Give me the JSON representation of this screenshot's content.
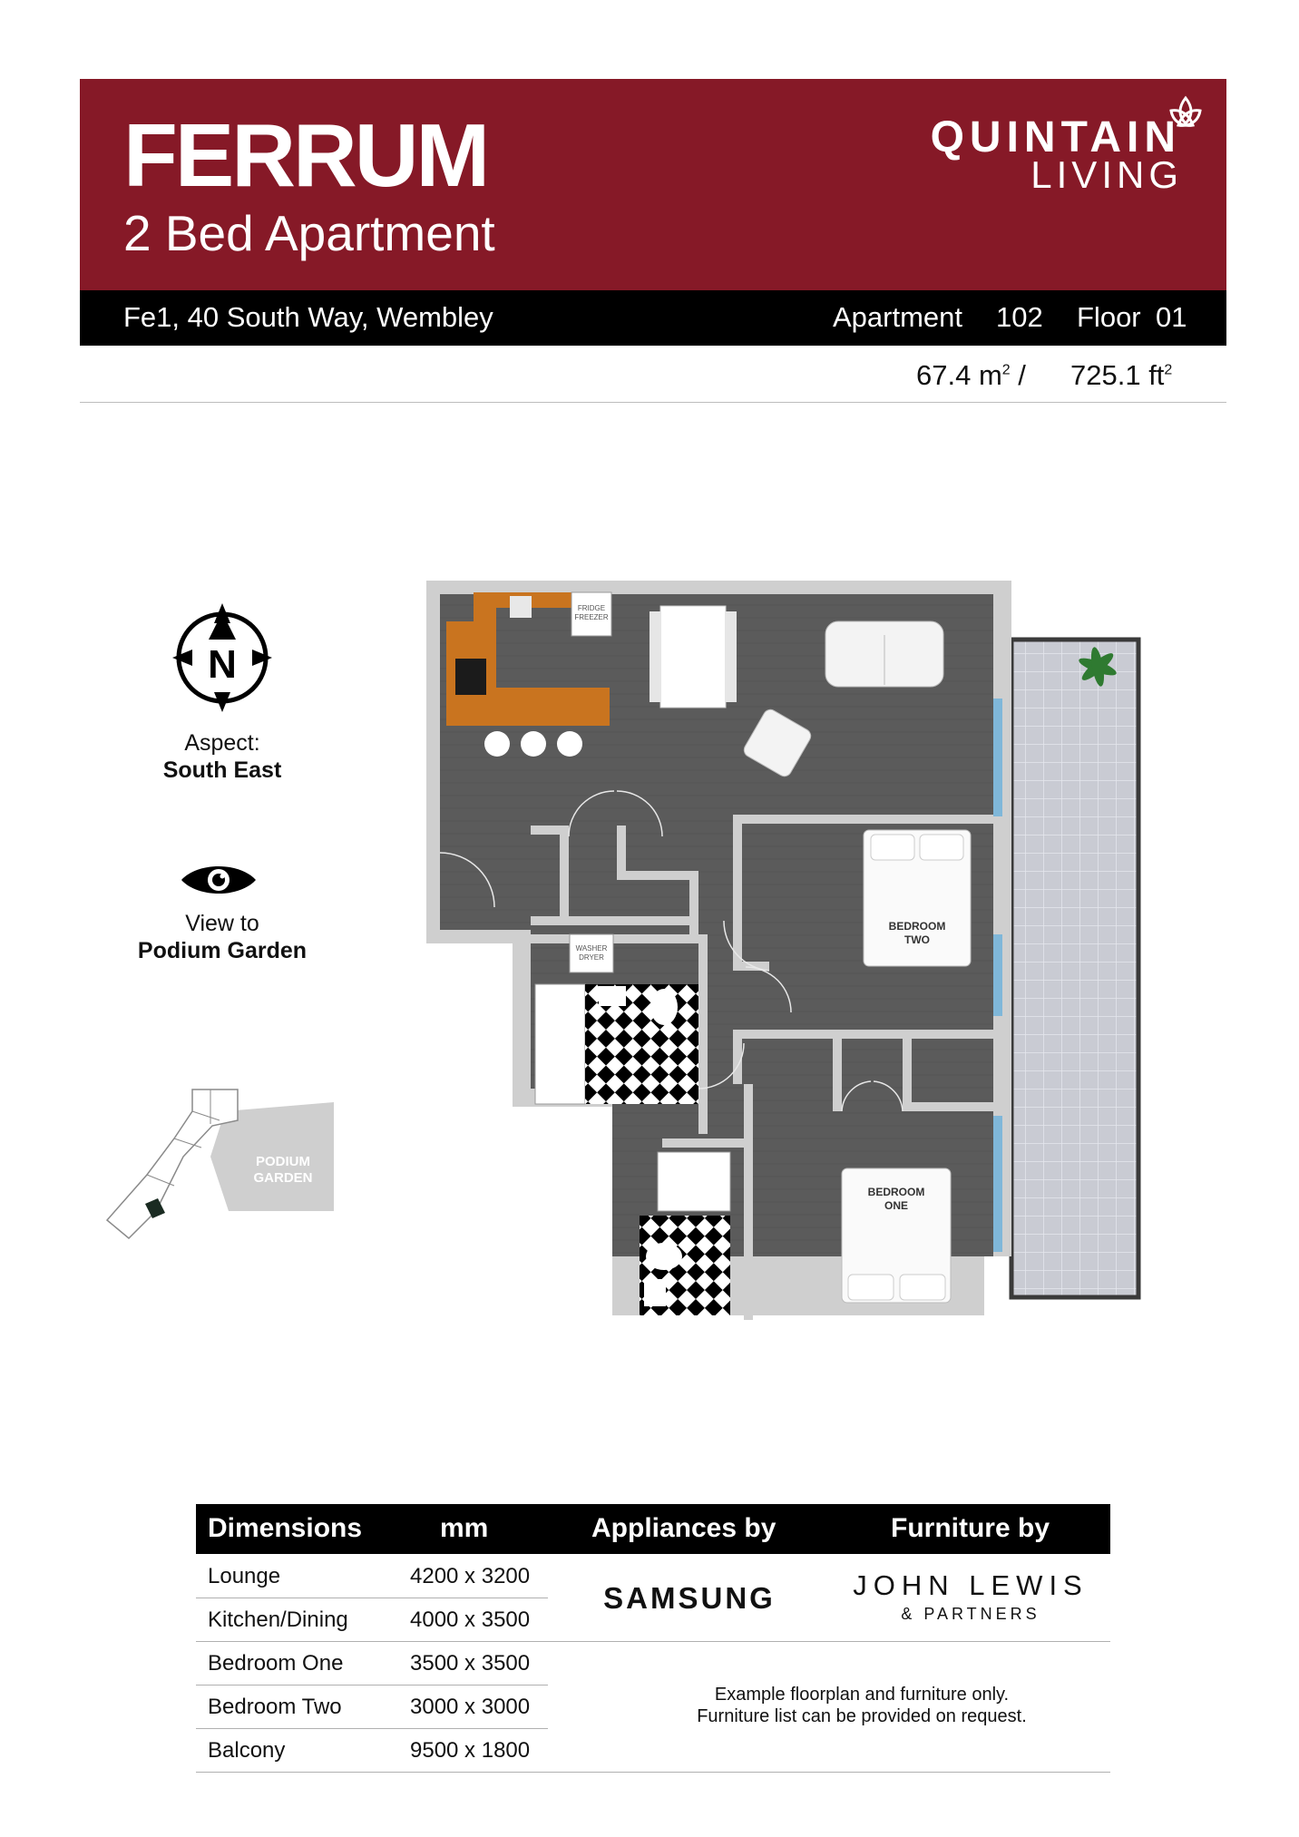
{
  "header": {
    "brand": "FERRUM",
    "subtitle": "2 Bed Apartment",
    "logo_line1": "QUINTAIN",
    "logo_line2": "LIVING",
    "address": "Fe1, 40 South Way, Wembley",
    "apartment_label": "Apartment",
    "apartment_number": "102",
    "floor_label": "Floor",
    "floor_number": "01",
    "area_m2": "67.4 m",
    "area_ft2": "725.1   ft"
  },
  "info": {
    "compass_letter": "N",
    "aspect_label": "Aspect:",
    "aspect_value": "South East",
    "view_label": "View to",
    "view_value": "Podium Garden",
    "siteplan_label_1": "PODIUM",
    "siteplan_label_2": "GARDEN"
  },
  "plan_labels": {
    "fridge_1": "FRIDGE",
    "fridge_2": "FREEZER",
    "washer_1": "WASHER",
    "washer_2": "DRYER",
    "bed2_1": "BEDROOM",
    "bed2_2": "TWO",
    "bed1_1": "BEDROOM",
    "bed1_2": "ONE"
  },
  "table": {
    "headers": [
      "Dimensions",
      "mm",
      "Appliances by",
      "Furniture by"
    ],
    "rows": [
      {
        "room": "Lounge",
        "size": "4200 x 3200"
      },
      {
        "room": "Kitchen/Dining",
        "size": "4000 x 3500"
      },
      {
        "room": "Bedroom One",
        "size": "3500 x 3500"
      },
      {
        "room": "Bedroom Two",
        "size": "3000 x 3000"
      },
      {
        "room": "Balcony",
        "size": "9500 x 1800"
      }
    ],
    "appliances_brand": "SAMSUNG",
    "furniture_brand_1": "JOHN LEWIS",
    "furniture_brand_2": "& PARTNERS",
    "note_1": "Example floorplan and furniture only.",
    "note_2": "Furniture list can be provided on request."
  },
  "colors": {
    "banner": "#861927",
    "floor": "#5b5b5b",
    "walls": "#cfcfcf",
    "kitchen": "#c9741f",
    "balcony": "#c9cbd3"
  }
}
